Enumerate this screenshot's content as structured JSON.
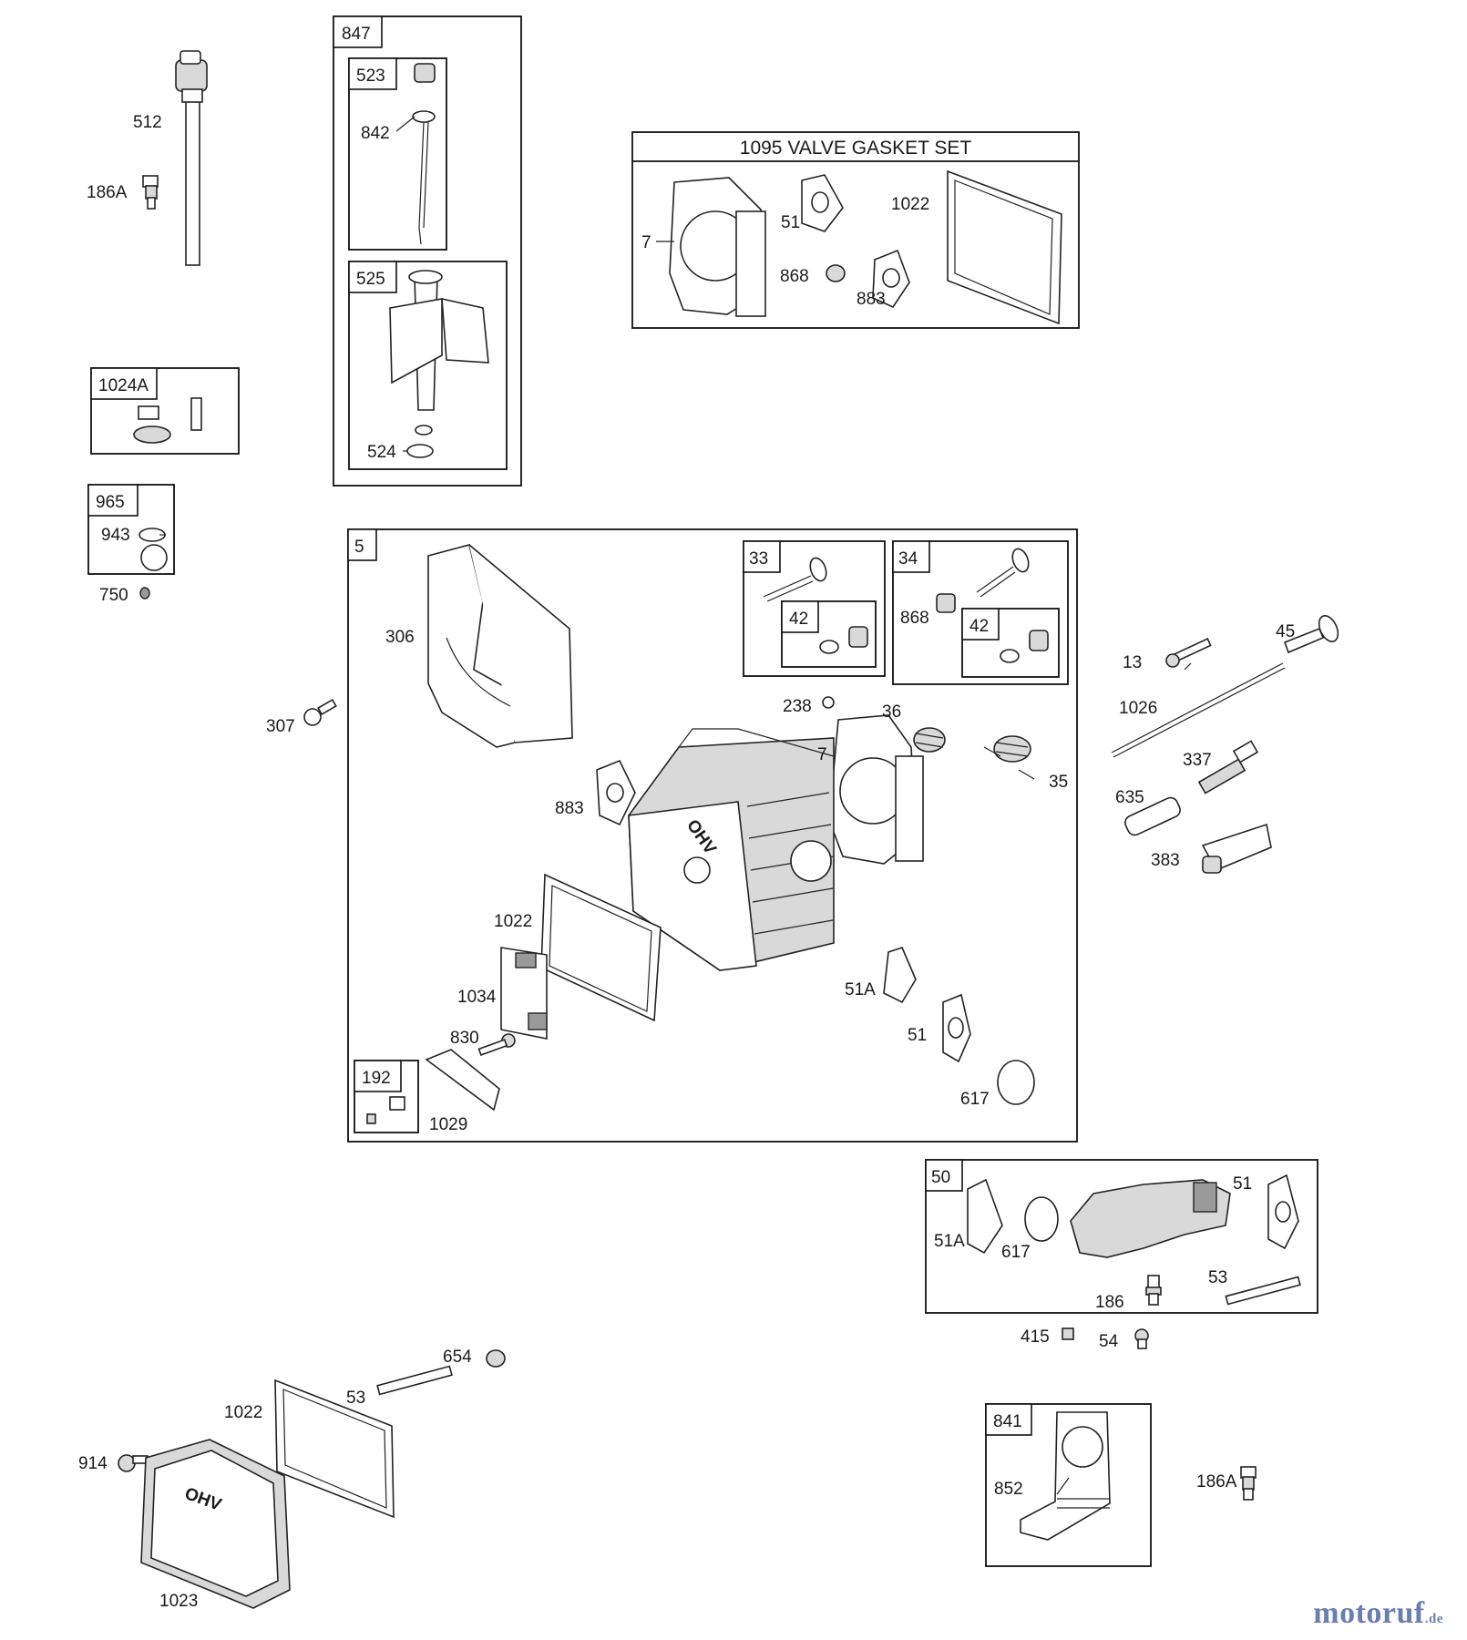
{
  "diagram": {
    "group_boxes": [
      {
        "id": "847",
        "label": "847"
      },
      {
        "id": "523",
        "label": "523"
      },
      {
        "id": "525",
        "label": "525"
      },
      {
        "id": "1095",
        "label": "1095 VALVE GASKET SET"
      },
      {
        "id": "1024A",
        "label": "1024A"
      },
      {
        "id": "965",
        "label": "965"
      },
      {
        "id": "5",
        "label": "5"
      },
      {
        "id": "33",
        "label": "33"
      },
      {
        "id": "42a",
        "label": "42"
      },
      {
        "id": "34",
        "label": "34"
      },
      {
        "id": "42b",
        "label": "42"
      },
      {
        "id": "192",
        "label": "192"
      },
      {
        "id": "50",
        "label": "50"
      },
      {
        "id": "841",
        "label": "841"
      }
    ],
    "part_labels": [
      {
        "id": "p512",
        "text": "512"
      },
      {
        "id": "p186a-top",
        "text": "186A"
      },
      {
        "id": "p842",
        "text": "842"
      },
      {
        "id": "p524",
        "text": "524"
      },
      {
        "id": "p943",
        "text": "943"
      },
      {
        "id": "p750",
        "text": "750"
      },
      {
        "id": "p7-set",
        "text": "7"
      },
      {
        "id": "p51-set",
        "text": "51"
      },
      {
        "id": "p868-set",
        "text": "868"
      },
      {
        "id": "p883-set",
        "text": "883"
      },
      {
        "id": "p1022-set",
        "text": "1022"
      },
      {
        "id": "p306",
        "text": "306"
      },
      {
        "id": "p307",
        "text": "307"
      },
      {
        "id": "p868-34",
        "text": "868"
      },
      {
        "id": "p238",
        "text": "238"
      },
      {
        "id": "p36",
        "text": "36"
      },
      {
        "id": "p7-main",
        "text": "7"
      },
      {
        "id": "p35",
        "text": "35"
      },
      {
        "id": "p883-main",
        "text": "883"
      },
      {
        "id": "p1022-main",
        "text": "1022"
      },
      {
        "id": "p1034",
        "text": "1034"
      },
      {
        "id": "p830",
        "text": "830"
      },
      {
        "id": "p1029",
        "text": "1029"
      },
      {
        "id": "p51a-main",
        "text": "51A"
      },
      {
        "id": "p51-main",
        "text": "51"
      },
      {
        "id": "p617-main",
        "text": "617"
      },
      {
        "id": "p13",
        "text": "13"
      },
      {
        "id": "p45",
        "text": "45"
      },
      {
        "id": "p1026",
        "text": "1026"
      },
      {
        "id": "p337",
        "text": "337"
      },
      {
        "id": "p635",
        "text": "635"
      },
      {
        "id": "p383",
        "text": "383"
      },
      {
        "id": "p51a-50",
        "text": "51A"
      },
      {
        "id": "p617-50",
        "text": "617"
      },
      {
        "id": "p51-50",
        "text": "51"
      },
      {
        "id": "p53-50",
        "text": "53"
      },
      {
        "id": "p186",
        "text": "186"
      },
      {
        "id": "p415",
        "text": "415"
      },
      {
        "id": "p54",
        "text": "54"
      },
      {
        "id": "p654",
        "text": "654"
      },
      {
        "id": "p53-bottom",
        "text": "53"
      },
      {
        "id": "p1022-bottom",
        "text": "1022"
      },
      {
        "id": "p914",
        "text": "914"
      },
      {
        "id": "p1023",
        "text": "1023"
      },
      {
        "id": "p852",
        "text": "852"
      },
      {
        "id": "p186a-bottom",
        "text": "186A"
      }
    ],
    "cast_text": {
      "head_casting": "OHV",
      "cover_casting": "OHV"
    }
  },
  "watermark": {
    "name": "motoruf",
    "tld": ".de"
  }
}
